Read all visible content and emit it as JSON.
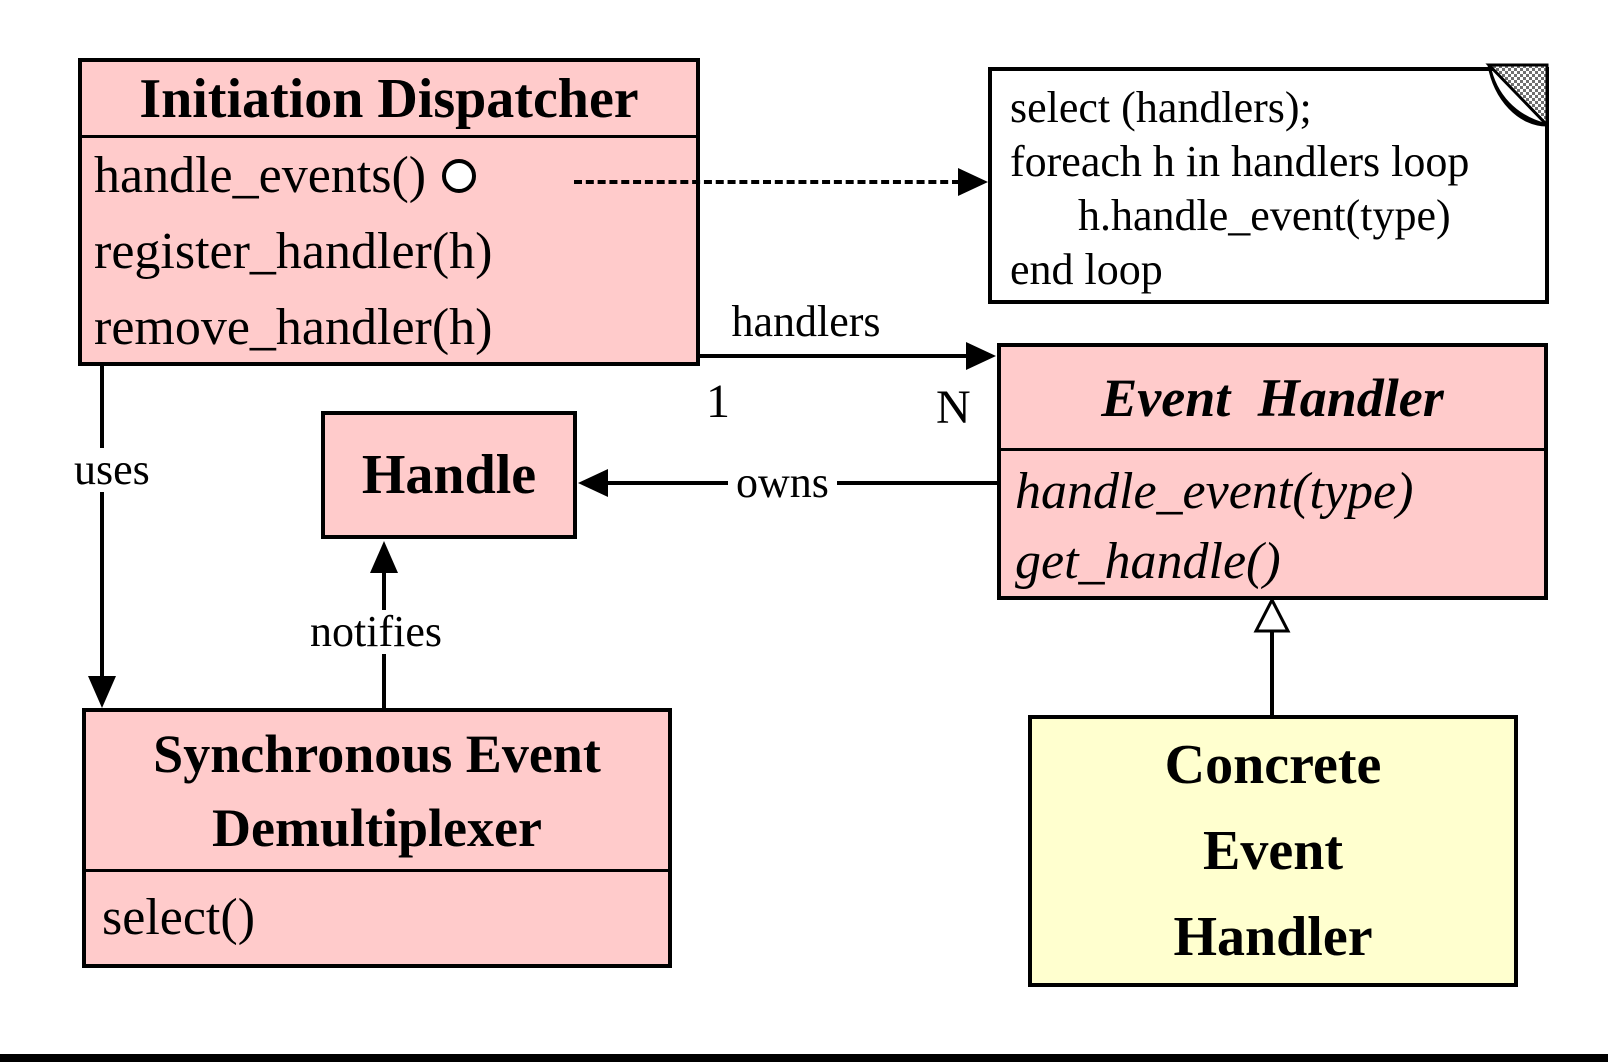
{
  "diagram": {
    "colors": {
      "class_fill": "#ffcbcb",
      "concrete_fill": "#ffffcf",
      "note_fill": "#ffffff",
      "line": "#000000"
    },
    "classes": {
      "initiation_dispatcher": {
        "title": "Initiation Dispatcher",
        "methods": [
          "handle_events()",
          "register_handler(h)",
          "remove_handler(h)"
        ]
      },
      "event_handler": {
        "title": "Event Handler",
        "methods": [
          "handle_event(type)",
          "get_handle()"
        ]
      },
      "handle": {
        "title": "Handle"
      },
      "sync_event_demux": {
        "title_line1": "Synchronous Event",
        "title_line2": "Demultiplexer",
        "methods": [
          "select()"
        ]
      },
      "concrete_event_handler": {
        "title_lines": [
          "Concrete",
          "Event",
          "Handler"
        ]
      }
    },
    "note": {
      "lines": [
        "select (handlers);",
        "foreach h in handlers loop",
        "h.handle_event(type)",
        "end loop"
      ]
    },
    "labels": {
      "handlers": "handlers",
      "one": "1",
      "n": "N",
      "owns": "owns",
      "uses": "uses",
      "notifies": "notifies"
    }
  }
}
